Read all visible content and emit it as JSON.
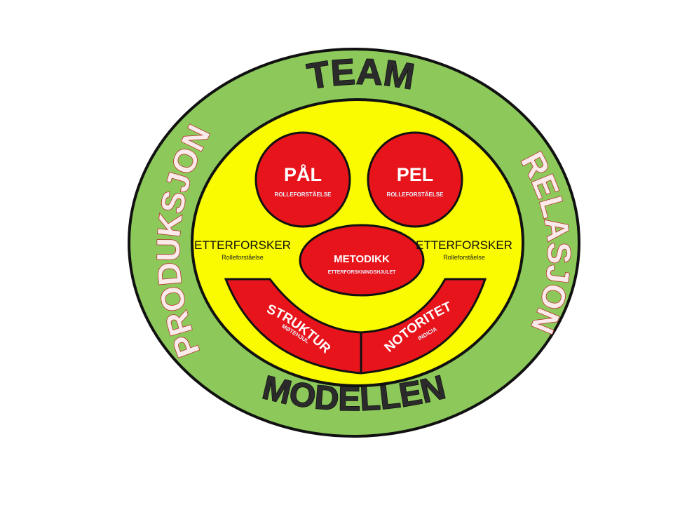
{
  "ring": {
    "top": "TEAM",
    "bottom": "MODELLEN",
    "left": "PRODUKSJON",
    "right": "RELASJON"
  },
  "circles": {
    "left": {
      "title": "PÅL",
      "subtitle": "ROLLEFORSTÅELSE"
    },
    "right": {
      "title": "PEL",
      "subtitle": "ROLLEFORSTÅELSE"
    },
    "center": {
      "title": "METODIKK",
      "subtitle": "ETTERFORSKNINGSHJULET"
    }
  },
  "side_labels": {
    "left": {
      "title": "ETTERFORSKER",
      "subtitle": "Rolleforståelse"
    },
    "right": {
      "title": "ETTERFORSKER",
      "subtitle": "Rolleforståelse"
    }
  },
  "smile": {
    "left": {
      "title": "STRUKTUR",
      "subtitle": "MØTEHJUL"
    },
    "right": {
      "title": "NOTORITET",
      "subtitle": "INDICIA"
    }
  },
  "colors": {
    "outer_ring": "#8dc95a",
    "inner_face": "#fafa00",
    "red": "#e8141c",
    "outline": "#111111"
  }
}
